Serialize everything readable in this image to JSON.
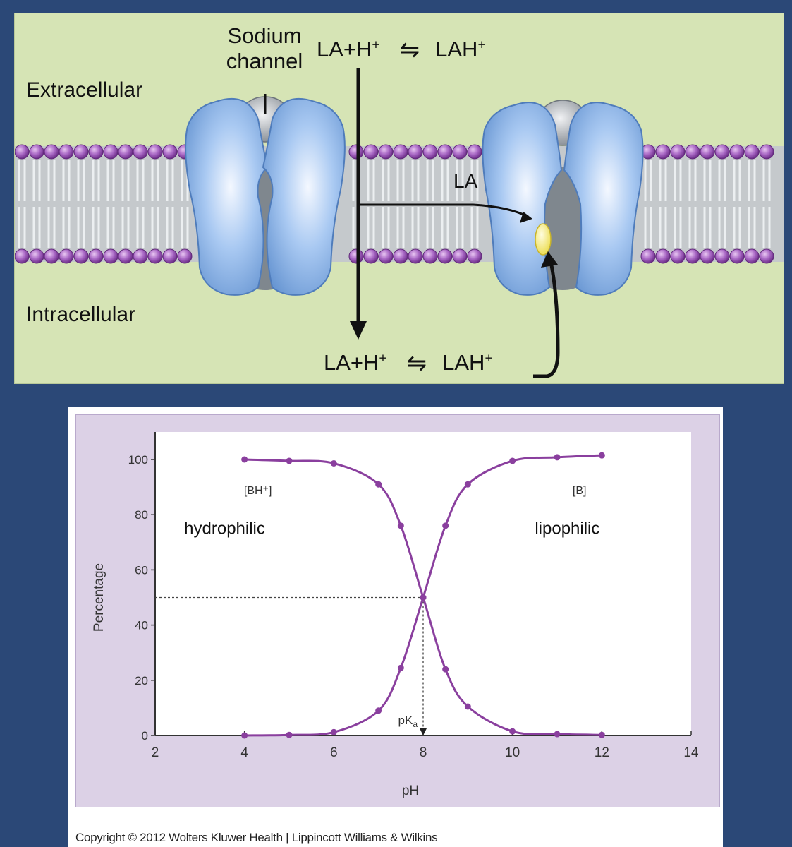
{
  "diagram": {
    "sodium_channel_label": [
      "Sodium",
      "channel"
    ],
    "extracellular_label": "Extracellular",
    "intracellular_label": "Intracellular",
    "la_label": "LA",
    "equation_top": {
      "left": "LA+H",
      "right": "LAH"
    },
    "equation_bottom": {
      "left": "LA+H",
      "right": "LAH"
    },
    "superscript": "+",
    "equilibrium_arrows": "⇋",
    "colors": {
      "background": "#d6e4b5",
      "lipid_head": "#9b59b8",
      "channel_protein": "#9ec2ef",
      "channel_gate": "#b7bcc2",
      "channel_pore": "#7f878e",
      "local_anesthetic_site": "#f7ef7a"
    }
  },
  "chart_data": {
    "type": "line",
    "xlabel": "pH",
    "ylabel": "Percentage",
    "xlim": [
      2,
      14
    ],
    "ylim": [
      0,
      100
    ],
    "xticks": [
      2,
      4,
      6,
      8,
      10,
      12,
      14
    ],
    "yticks": [
      0,
      20,
      40,
      60,
      80,
      100
    ],
    "series": [
      {
        "name": "[BH⁺]",
        "x": [
          4,
          5,
          6,
          7,
          7.5,
          8,
          8.5,
          9,
          10,
          11,
          12
        ],
        "values": [
          100,
          99.5,
          98.6,
          91,
          76,
          50,
          24,
          10.5,
          1.5,
          0.5,
          0.2
        ]
      },
      {
        "name": "[B]",
        "x": [
          4,
          5,
          6,
          7,
          7.5,
          8,
          8.5,
          9,
          10,
          11,
          12
        ],
        "values": [
          0,
          0.2,
          1.2,
          9,
          24.5,
          50,
          76,
          91,
          99.5,
          100.8,
          101.5
        ]
      }
    ],
    "annotations": {
      "left_region": "hydrophilic",
      "right_region": "lipophilic",
      "pka_label": "pK",
      "pka_subscript": "a",
      "pka_x": 8,
      "crossover_y": 50
    },
    "grid": false,
    "colors": {
      "curve": "#8a3f9e",
      "panel": "#dcd1e6",
      "plot_area": "#ffffff"
    }
  },
  "copyright": "Copyright © 2012 Wolters Kluwer Health | Lippincott Williams & Wilkins"
}
